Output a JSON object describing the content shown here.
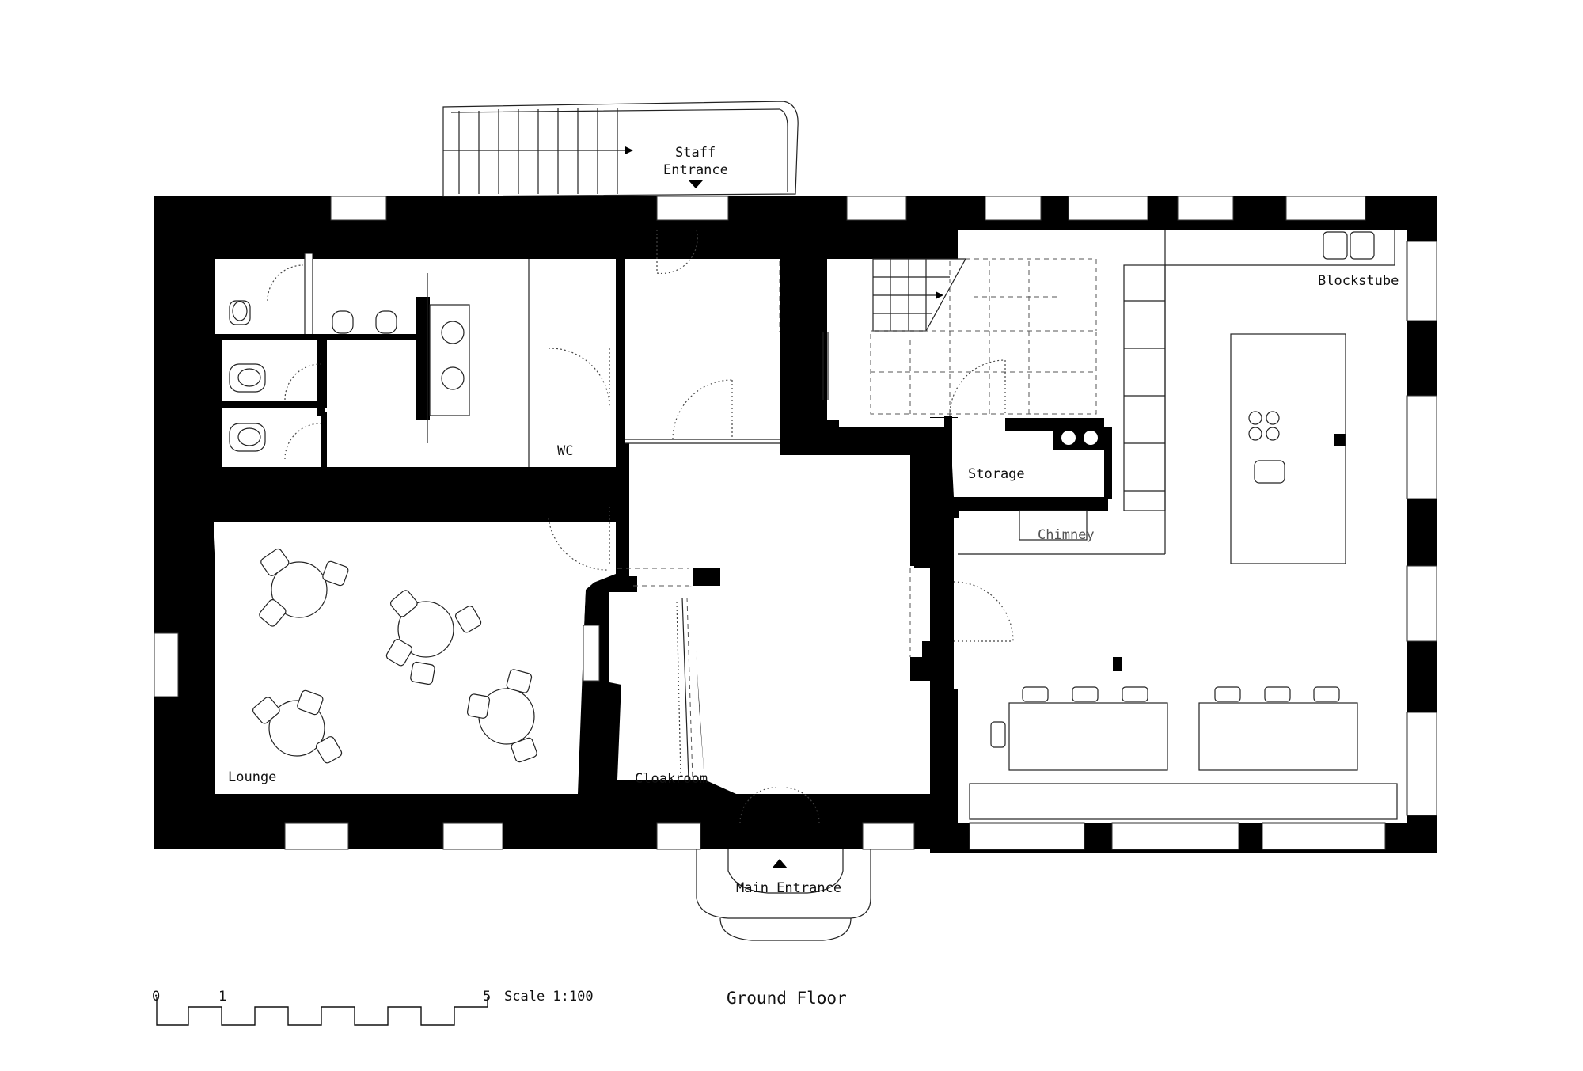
{
  "drawing": {
    "title": "Ground Floor",
    "scale_text": "Scale 1:100",
    "scale_ticks": [
      "0",
      "1",
      "5"
    ]
  },
  "rooms": {
    "wc": "WC",
    "lounge": "Lounge",
    "cloakroom": "Cloakroom",
    "storage": "Storage",
    "chimney": "Chimney",
    "blockstube": "Blockstube"
  },
  "entrances": {
    "staff_line1": "Staff",
    "staff_line2": "Entrance",
    "main": "Main Entrance"
  }
}
